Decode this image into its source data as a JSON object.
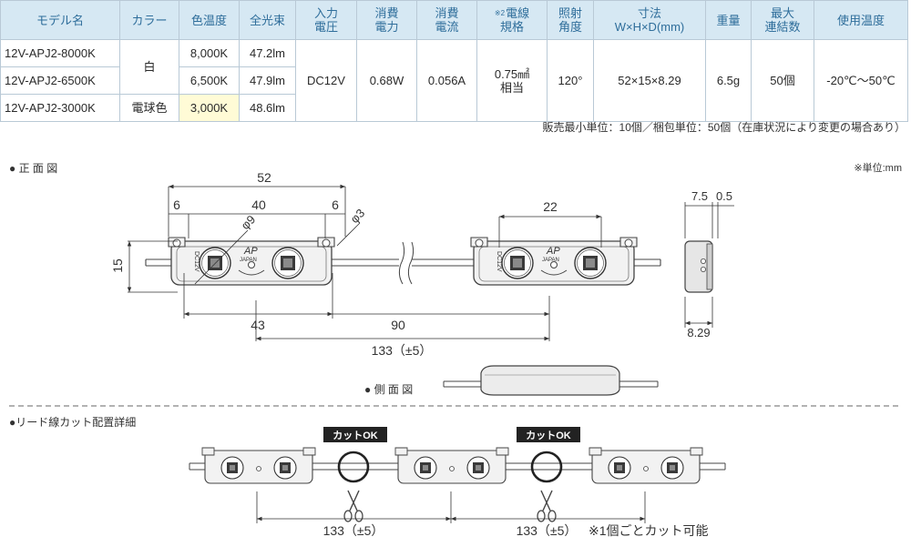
{
  "table": {
    "headers": [
      {
        "line1": "モデル名",
        "line2": ""
      },
      {
        "line1": "カラー",
        "line2": ""
      },
      {
        "line1": "色温度",
        "line2": ""
      },
      {
        "line1": "全光束",
        "line2": ""
      },
      {
        "line1": "入力",
        "line2": "電圧"
      },
      {
        "line1": "消費",
        "line2": "電力"
      },
      {
        "line1": "消費",
        "line2": "電流"
      },
      {
        "sup": "※2",
        "line1": "電線",
        "line2": "規格"
      },
      {
        "line1": "照射",
        "line2": "角度"
      },
      {
        "line1": "寸法",
        "line2": "W×H×D(mm)"
      },
      {
        "line1": "重量",
        "line2": ""
      },
      {
        "line1": "最大",
        "line2": "連結数"
      },
      {
        "line1": "使用温度",
        "line2": ""
      }
    ],
    "rows": [
      {
        "model": "12V-APJ2-8000K",
        "temp": "8,000K",
        "flux": "47.2lm"
      },
      {
        "model": "12V-APJ2-6500K",
        "temp": "6,500K",
        "flux": "47.9lm"
      },
      {
        "model": "12V-APJ2-3000K",
        "color": "電球色",
        "temp": "3,000K",
        "flux": "48.6lm"
      }
    ],
    "color_white": "白",
    "shared": {
      "voltage": "DC12V",
      "power": "0.68W",
      "current": "0.056A",
      "wire_line1": "0.75㎟",
      "wire_line2": "相当",
      "angle": "120°",
      "size": "52×15×8.29",
      "weight": "6.5g",
      "max_links": "50個",
      "temp_range": "-20℃〜50℃"
    },
    "note": "販売最小単位：10個／梱包単位：50個（在庫状況により変更の場合あり）"
  },
  "drawing": {
    "front_view_title": "● 正 面 図",
    "unit_note": "※単位:mm",
    "dims": {
      "width": "52",
      "left_edge": "6",
      "hole_pitch": "40",
      "right_edge": "6",
      "led_dia": "9",
      "hole_dia": "3",
      "height": "15",
      "led_gap": "22",
      "lead_left": "43",
      "pitch_gap": "90",
      "pitch_total": "133（±5）",
      "side_depth_a": "7.5",
      "side_depth_b": "0.5",
      "side_depth": "8.29"
    },
    "module_marks": {
      "voltage": "DC12V",
      "brand": "AP",
      "brand_sub": "JAPAN"
    },
    "side_view_title": "● 側 面 図",
    "cut_section_title": "●リード線カット配置詳細",
    "cut_ok": "カットOK",
    "cut_pitch": "133（±5）",
    "cut_note": "※1個ごとカット可能"
  },
  "colors": {
    "header_bg": "#d6e8f3",
    "header_text": "#2f6e9b",
    "border": "#b9c9d6",
    "highlight": "#fffbd6"
  }
}
